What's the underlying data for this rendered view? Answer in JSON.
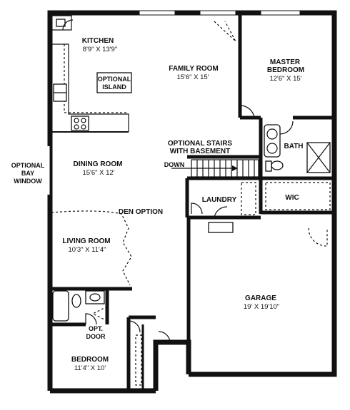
{
  "rooms": {
    "kitchen": {
      "name": "KITCHEN",
      "size": "8'9\" X 13'9\""
    },
    "island": {
      "line1": "OPTIONAL",
      "line2": "ISLAND"
    },
    "family_room": {
      "name": "FAMILY ROOM",
      "size": "15'6\" X 15'"
    },
    "master_bedroom": {
      "line1": "MASTER",
      "line2": "BEDROOM",
      "size": "12'6\" X 15'"
    },
    "bath": {
      "name": "BATH"
    },
    "stairs": {
      "line1": "OPTIONAL STAIRS",
      "line2": "WITH BASEMENT",
      "down": "DOWN"
    },
    "bay_window": {
      "line1": "OPTIONAL",
      "line2": "BAY",
      "line3": "WINDOW"
    },
    "dining_room": {
      "name": "DINING ROOM",
      "size": "15'6\" X 12'"
    },
    "laundry": {
      "name": "LAUNDRY"
    },
    "wic": {
      "name": "WIC"
    },
    "den_option": {
      "name": "DEN OPTION"
    },
    "living_room": {
      "name": "LIVING ROOM",
      "size": "10'3\" X 11'4\""
    },
    "garage": {
      "name": "GARAGE",
      "size": "19' X 19'10\""
    },
    "opt_door": {
      "line1": "OPT.",
      "line2": "DOOR"
    },
    "bedroom": {
      "name": "BEDROOM",
      "size": "11'4\" X 10'"
    }
  }
}
